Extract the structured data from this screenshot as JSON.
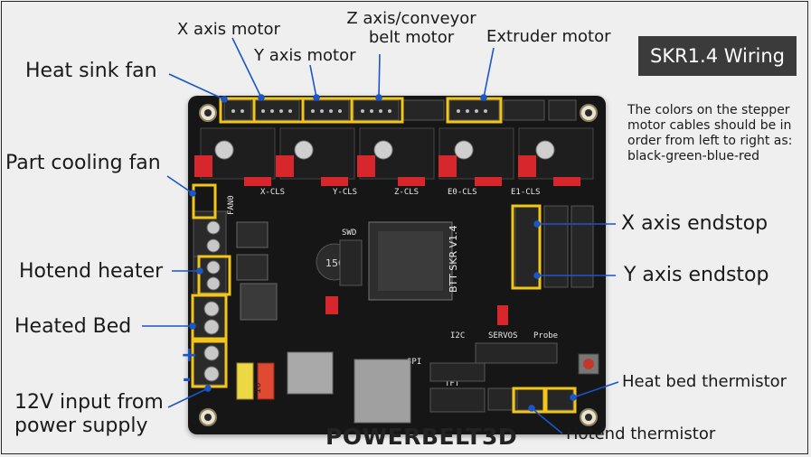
{
  "title": "SKR1.4 Wiring",
  "note": "The colors on the stepper motor cables should be in order from left to right as: black-green-blue-red",
  "labels": {
    "heat_sink_fan": "Heat sink fan",
    "x_axis_motor": "X axis motor",
    "y_axis_motor": "Y axis motor",
    "z_axis_conveyor_line1": "Z axis/conveyor",
    "z_axis_conveyor_line2": "belt motor",
    "extruder_motor": "Extruder motor",
    "part_cooling_fan": "Part cooling fan",
    "hotend_heater": "Hotend heater",
    "heated_bed": "Heated Bed",
    "power_input_line1": "12V input from",
    "power_input_line2": "power supply",
    "x_axis_endstop": "X axis endstop",
    "y_axis_endstop": "Y axis endstop",
    "heat_bed_thermistor": "Heat bed thermistor",
    "hotend_thermistor": "Hotend thermistor"
  },
  "polarity": {
    "plus": "+",
    "minus": "-"
  },
  "silkscreen": {
    "x_cls": "X-CLS",
    "y_cls": "Y-CLS",
    "z_cls": "Z-CLS",
    "e0_cls": "E0-CLS",
    "e1_cls": "E1-CLS",
    "fan0": "FAN0",
    "swd": "SWD",
    "chip": "BTT SKR V1.4",
    "servos": "SERVOS",
    "probe": "Probe",
    "i2c": "I2C",
    "spi": "SPI",
    "tft": "TFT",
    "inductor": "150",
    "fuse": "10"
  },
  "logo": "POWERBELT3D",
  "colors": {
    "board": "#161616",
    "highlight": "#f3c519",
    "pointer": "#1a56c9",
    "connector_red": "#d8262d",
    "title_bg": "#3b3b3b"
  }
}
